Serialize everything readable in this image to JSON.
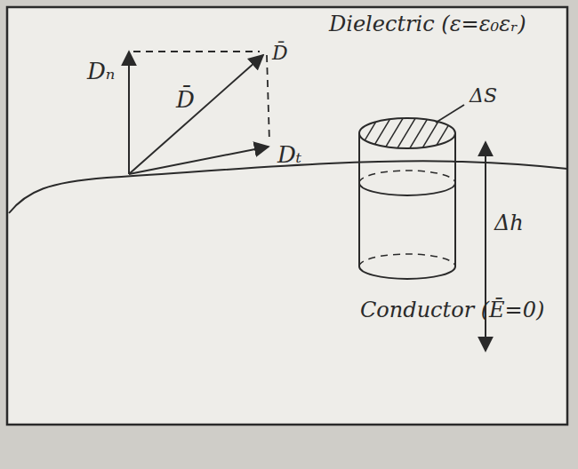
{
  "diagram": {
    "labels": [
      "Dielectric (ε=ε₀εᵣ)",
      "Dₙ",
      "D̄",
      "D̄",
      "Dₜ",
      "ΔS",
      "Δh",
      "Conductor (Ē=0)"
    ]
  }
}
